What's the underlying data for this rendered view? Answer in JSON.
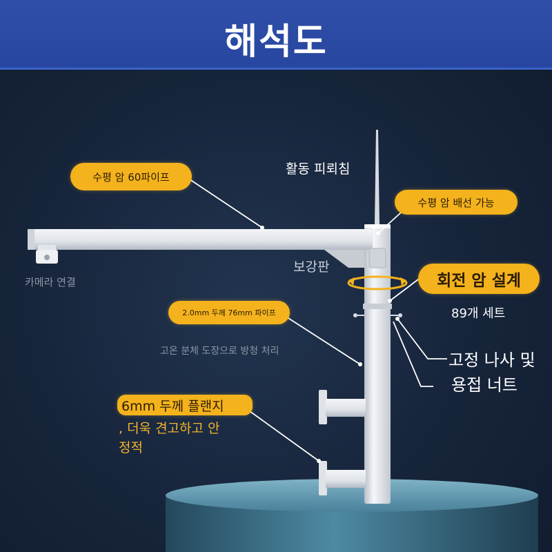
{
  "header": {
    "title": "해석도"
  },
  "callouts": {
    "arm_pipe": "수평 암 60파이프",
    "arm_wiring": "수평 암 배선 가능",
    "rotation": "회전 암 설계",
    "pipe_spec": "2.0mm 두께 76mm 파이프",
    "flange_line1": "6mm 두께 플랜지",
    "flange_line2": ", 더욱 견고하고 안",
    "flange_line3": "정적"
  },
  "labels": {
    "lightning_rod": "활동 피뢰침",
    "reinforcement": "보강판",
    "sets": "89개 세트",
    "screws_line1": "고정 나사 및",
    "screws_line2": "용접 너트",
    "camera": "카메라 연결",
    "coating": "고온 분체 도장으로 방청 처리"
  },
  "colors": {
    "banner": "#2746a0",
    "callout": "#f4b21c",
    "background": "#16243a",
    "pipe": "#e6e9ee",
    "pedestal": "#3f6f87"
  }
}
